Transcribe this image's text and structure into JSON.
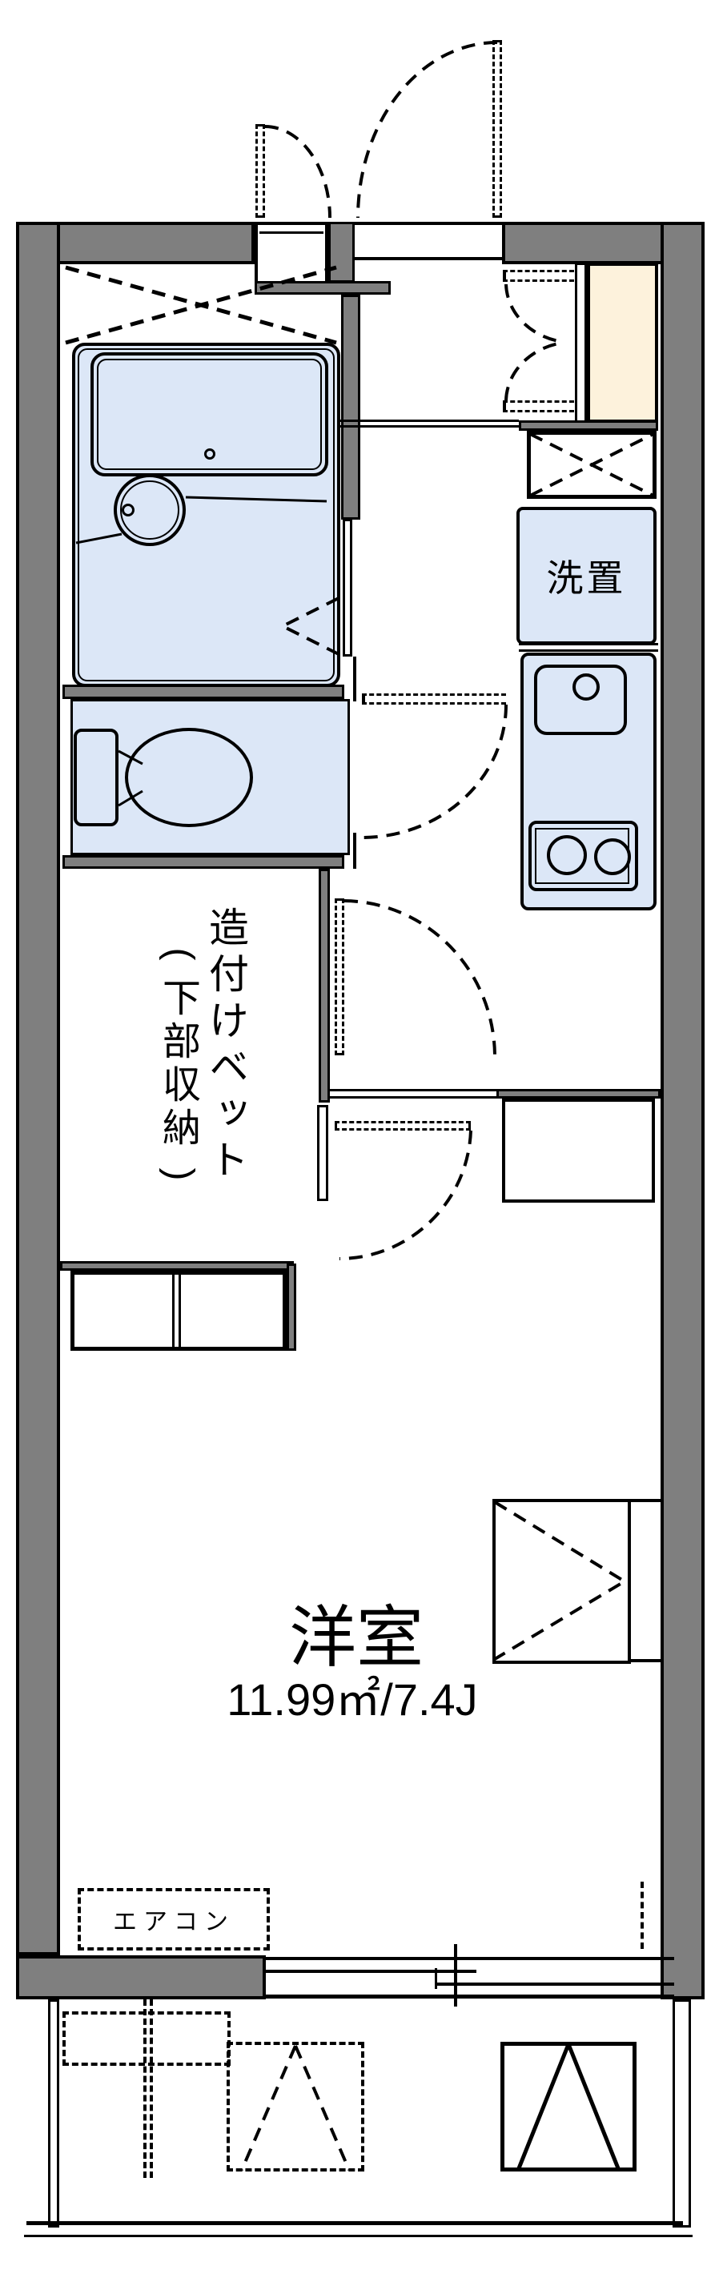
{
  "plan": {
    "type": "apartment-floorplan",
    "labels": {
      "washer": "洗置",
      "bed_main": "造付けベット",
      "bed_sub": "下部収納",
      "paren_open": "(",
      "paren_close": ")",
      "room_name": "洋室",
      "room_area": "11.99㎡/7.4J",
      "aircon": "エアコン"
    },
    "colors": {
      "wall": "#7f7f7f",
      "fixture": "#dce7f7",
      "cabinet": "#fdf2dc",
      "line": "#000000",
      "bg": "#ffffff"
    }
  }
}
